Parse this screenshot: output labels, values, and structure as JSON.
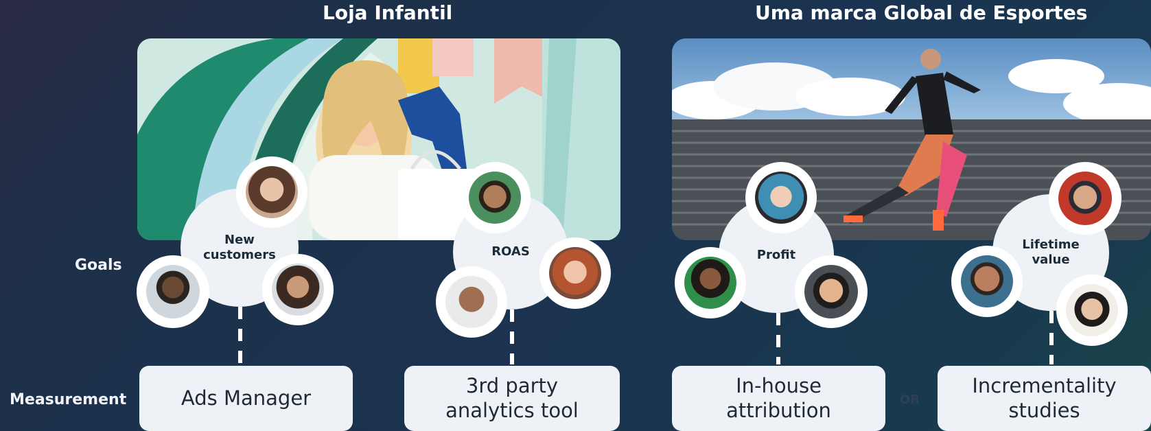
{
  "headings": {
    "left": "Loja Infantil",
    "right": "Uma marca Global de Esportes"
  },
  "row_labels": {
    "goals": "Goals",
    "measurement": "Measurement"
  },
  "goals": [
    {
      "label": "New\ncustomers"
    },
    {
      "label": "ROAS"
    },
    {
      "label": "Profit"
    },
    {
      "label": "Lifetime\nvalue"
    }
  ],
  "measurement": [
    {
      "label": "Ads Manager"
    },
    {
      "label": "3rd party\nanalytics tool"
    },
    {
      "label": "In-house\nattribution"
    },
    {
      "label": "Incrementality\nstudies"
    }
  ],
  "or_label": "OR",
  "colors": {
    "background": "#1b3350",
    "card": "#eef2f6",
    "text_dark": "#1f2a36"
  }
}
